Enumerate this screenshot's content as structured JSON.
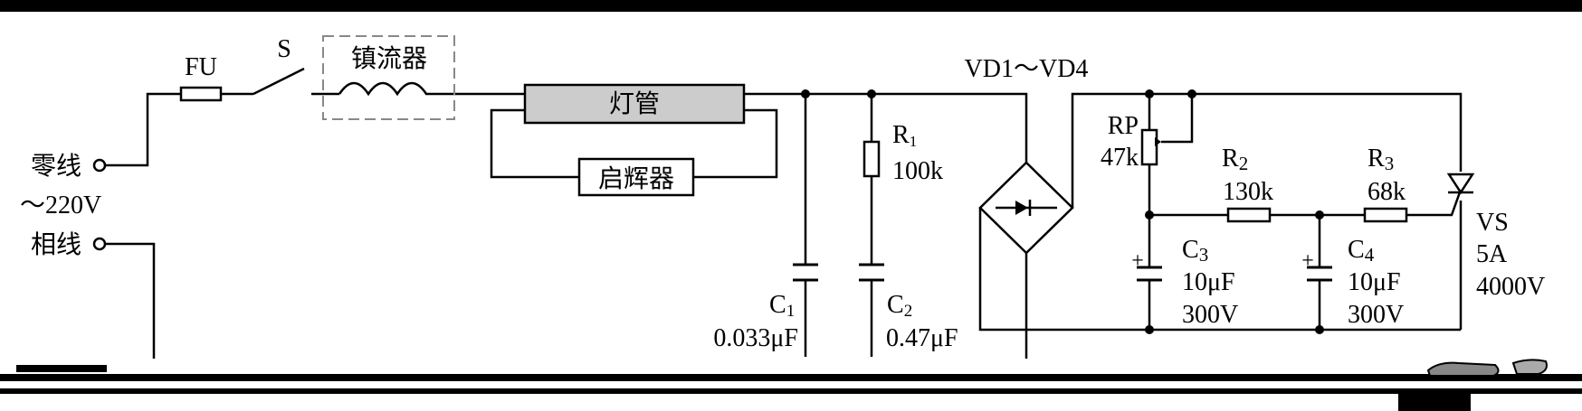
{
  "diagram": {
    "labels": {
      "fuse": "FU",
      "switch": "S",
      "ballast": "镇流器",
      "tube": "灯管",
      "starter": "启辉器",
      "neutral": "零线",
      "voltage": "～220V",
      "live": "相线",
      "bridge": "VD1～VD4",
      "r1_name": "R",
      "r1_sub": "1",
      "r1_value": "100k",
      "r2_name": "R",
      "r2_sub": "2",
      "r2_value": "130k",
      "r3_name": "R",
      "r3_sub": "3",
      "r3_value": "68k",
      "rp_name": "RP",
      "rp_value": "47k",
      "c1_name": "C",
      "c1_sub": "1",
      "c1_value": "0.033μF",
      "c2_name": "C",
      "c2_sub": "2",
      "c2_value": "0.47μF",
      "c3_name": "C",
      "c3_sub": "3",
      "c3_value": "10μF",
      "c3_voltage": "300V",
      "c4_name": "C",
      "c4_sub": "4",
      "c4_value": "10μF",
      "c4_voltage": "300V",
      "vs_name": "VS",
      "vs_current": "5A",
      "vs_voltage": "4000V",
      "plus": "+"
    }
  }
}
